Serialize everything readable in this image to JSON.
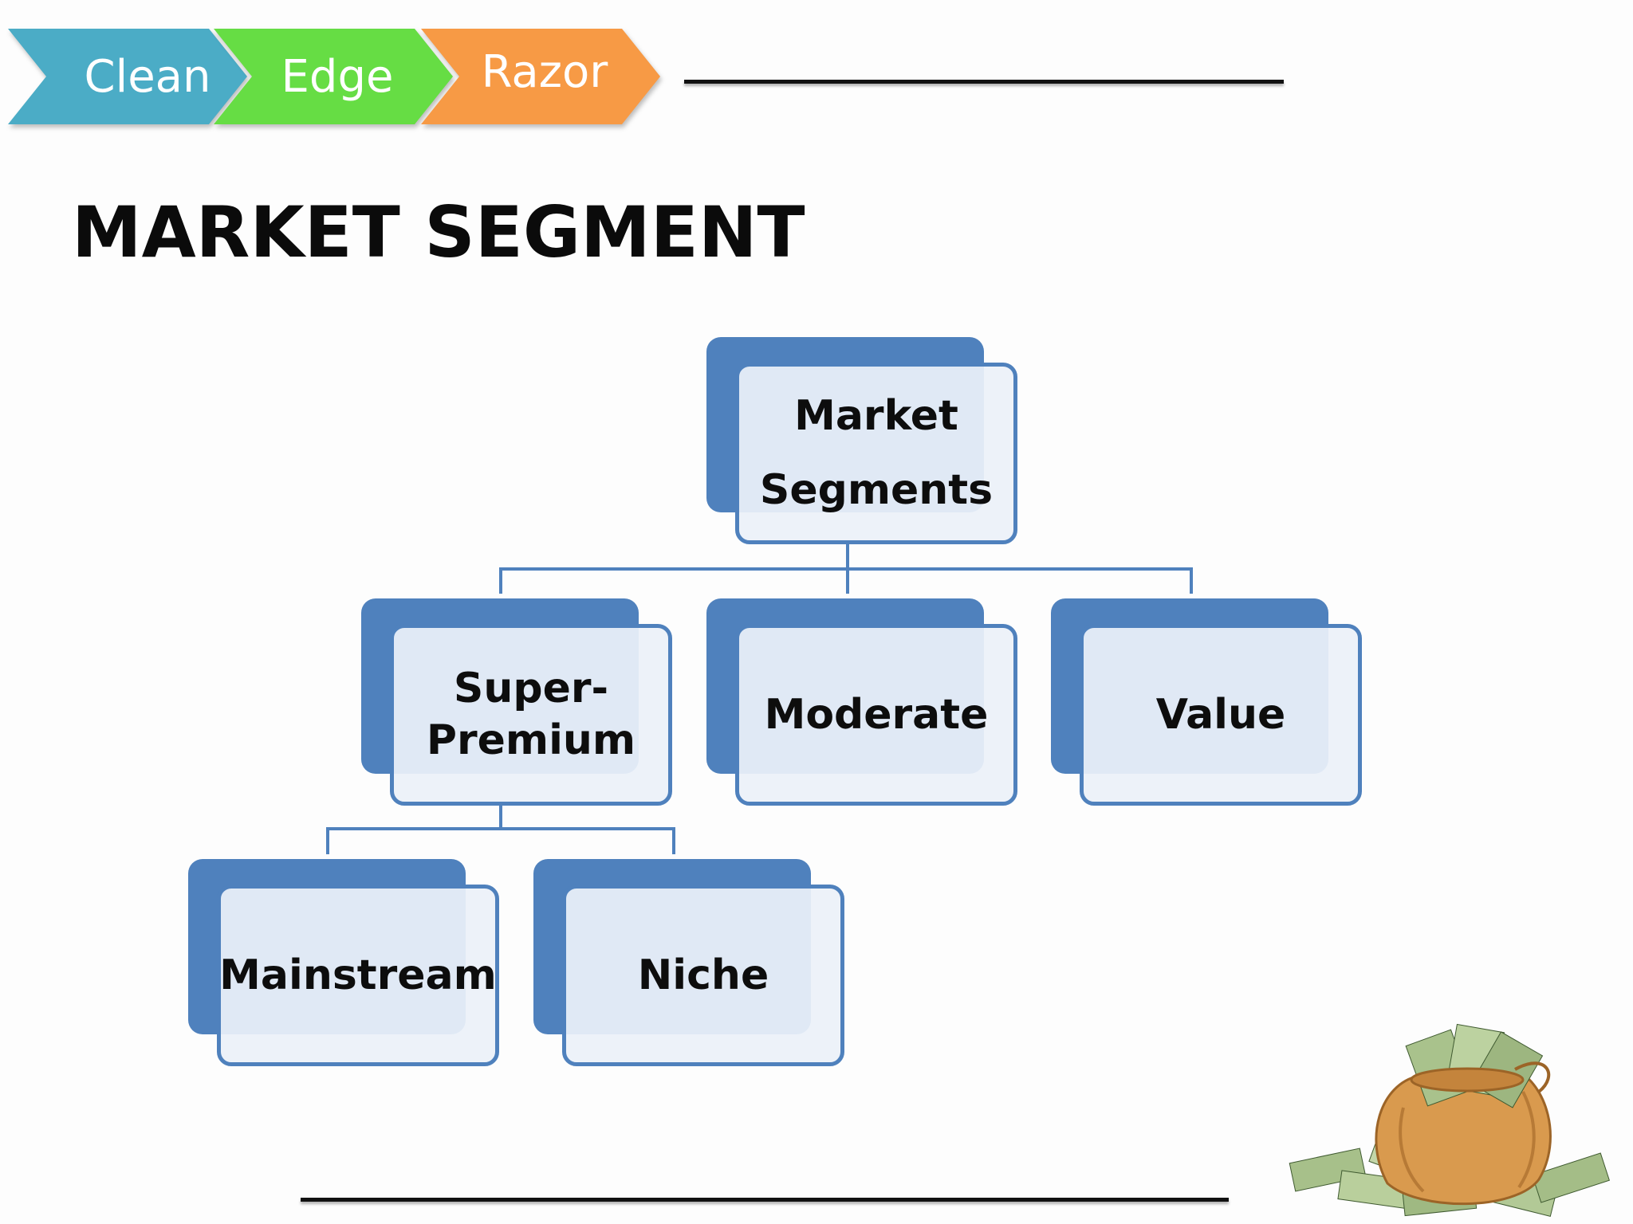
{
  "breadcrumb": {
    "steps": [
      {
        "label": "Clean",
        "color": "#4bacc6"
      },
      {
        "label": "Edge",
        "color": "#66dd44"
      },
      {
        "label": "Razor",
        "color": "#f79a45"
      }
    ]
  },
  "page": {
    "title": "MARKET SEGMENT",
    "accent_color": "#4f81bd"
  },
  "diagram": {
    "root": "Market Segments",
    "root_lines": [
      "Market",
      "Segments"
    ],
    "level1": {
      "super_premium": [
        "Super-",
        "Premium"
      ],
      "moderate": "Moderate",
      "value": "Value"
    },
    "level2": {
      "mainstream": "Mainstream",
      "niche": "Niche"
    }
  },
  "decoration": {
    "image": "money-bag-icon"
  }
}
